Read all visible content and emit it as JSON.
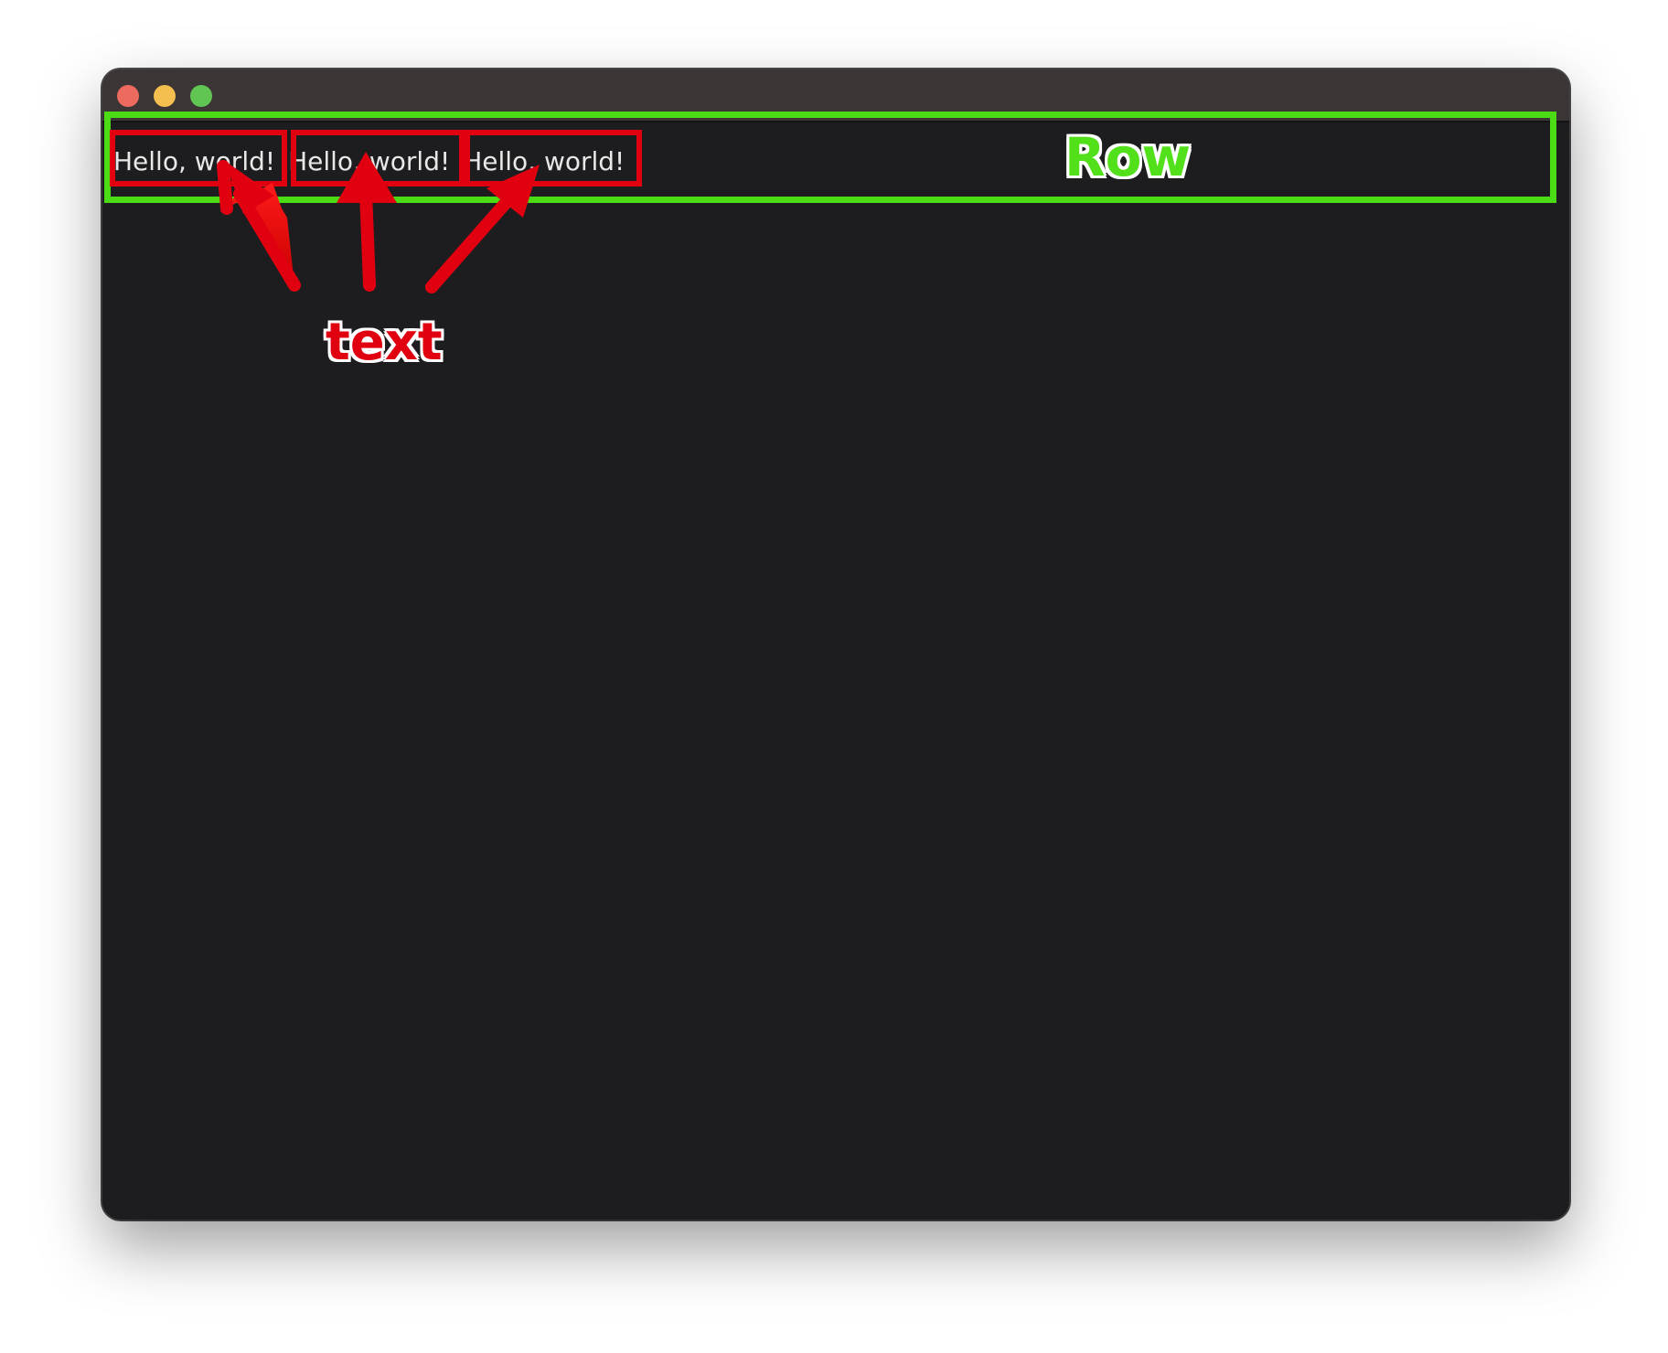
{
  "window": {
    "traffic_lights": {
      "close": "#ec6a5e",
      "minimize": "#f4bf4f",
      "zoom": "#61c554"
    }
  },
  "row": {
    "items": [
      {
        "text": "Hello, world!"
      },
      {
        "text": "Hello, world!"
      },
      {
        "text": "Hello, world!"
      }
    ]
  },
  "annotations": {
    "row_label": "Row",
    "text_label": "text",
    "row_color": "#4cdc16",
    "text_color": "#e00010"
  }
}
